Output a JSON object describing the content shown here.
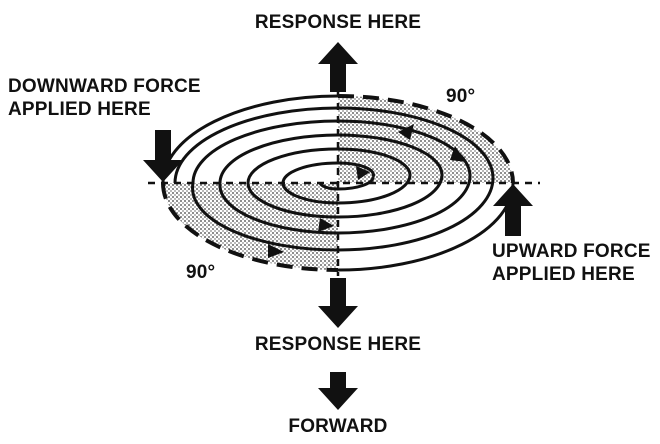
{
  "labels": {
    "response_top": "RESPONSE HERE",
    "downward_line1": "DOWNWARD FORCE",
    "downward_line2": "APPLIED HERE",
    "angle_top": "90°",
    "angle_bottom": "90°",
    "upward_line1": "UPWARD FORCE",
    "upward_line2": "APPLIED HERE",
    "response_bottom": "RESPONSE HERE",
    "forward": "FORWARD"
  },
  "colors": {
    "ink": "#111111",
    "shade": "#9a9a9a",
    "background": "#ffffff"
  },
  "icons": {
    "arrows": [
      "arrow-up-icon",
      "arrow-down-icon",
      "arrow-up-icon",
      "arrow-down-icon",
      "arrow-down-icon"
    ]
  }
}
